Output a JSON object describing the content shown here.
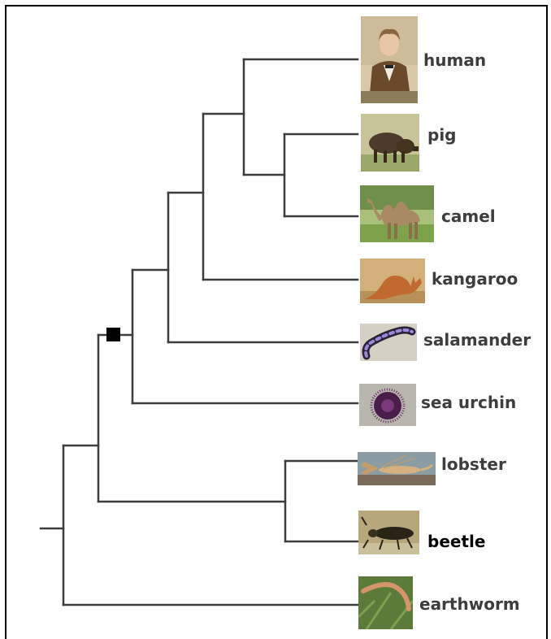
{
  "taxa": [
    {
      "id": "human",
      "label": "human",
      "icon": "portrait-icon"
    },
    {
      "id": "pig",
      "label": "pig",
      "icon": "pig-icon"
    },
    {
      "id": "camel",
      "label": "camel",
      "icon": "camel-icon"
    },
    {
      "id": "kangaroo",
      "label": "kangaroo",
      "icon": "kangaroo-icon"
    },
    {
      "id": "salamander",
      "label": "salamander",
      "icon": "salamander-icon"
    },
    {
      "id": "sea_urchin",
      "label": "sea urchin",
      "icon": "sea-urchin-icon"
    },
    {
      "id": "lobster",
      "label": "lobster",
      "icon": "lobster-icon"
    },
    {
      "id": "beetle",
      "label": "beetle",
      "icon": "beetle-icon"
    },
    {
      "id": "earthworm",
      "label": "earthworm",
      "icon": "earthworm-icon"
    }
  ],
  "colors": {
    "branch": "#3d3d3d",
    "label": "#3d3d3d",
    "node_marker": "#000000"
  }
}
